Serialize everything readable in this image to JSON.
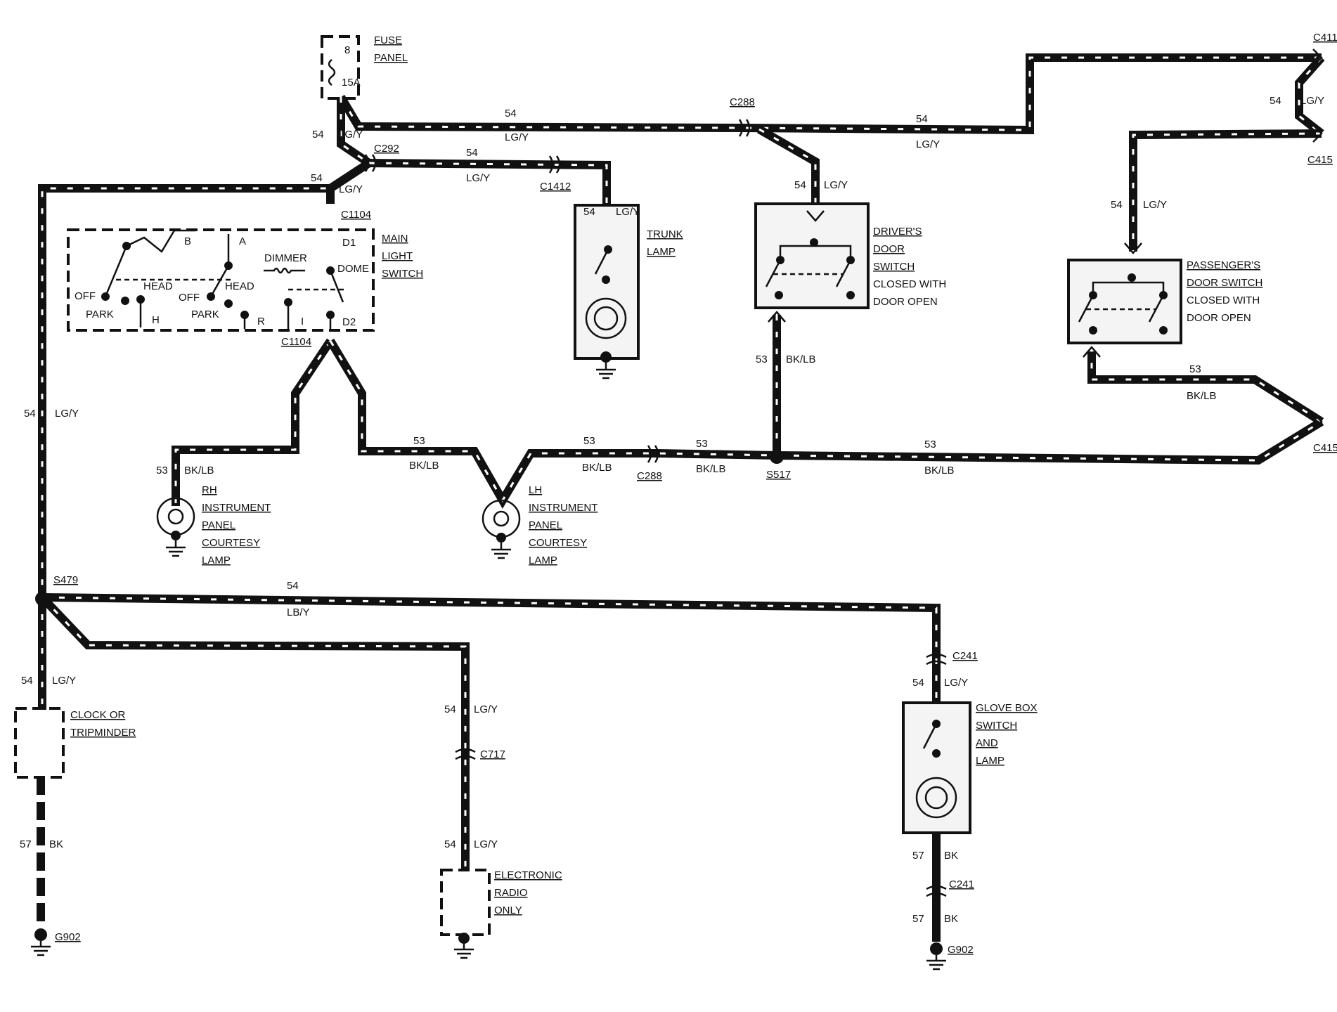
{
  "fuse": {
    "title": "FUSE",
    "subtitle": "PANEL",
    "number": "8",
    "rating": "15A"
  },
  "wire": {
    "w54": "54",
    "w53": "53",
    "w57": "57",
    "lgy": "LG/Y",
    "bklb": "BK/LB",
    "lby": "LB/Y",
    "bk": "BK"
  },
  "connectors": {
    "c411": "C411",
    "c415": "C415",
    "c288": "C288",
    "c292": "C292",
    "c1412": "C1412",
    "c1104": "C1104",
    "c241": "C241",
    "c717": "C717"
  },
  "splices": {
    "s479": "S479",
    "s517": "S517"
  },
  "grounds": {
    "g902": "G902"
  },
  "main_switch": {
    "line1": "MAIN",
    "line2": "LIGHT",
    "line3": "SWITCH",
    "b": "B",
    "a": "A",
    "dimmer": "DIMMER",
    "d1": "D1",
    "d2": "D2",
    "dome": "DOME",
    "head": "HEAD",
    "off": "OFF",
    "park": "PARK",
    "h": "H",
    "r": "R",
    "i": "I"
  },
  "trunk": {
    "line1": "TRUNK",
    "line2": "LAMP"
  },
  "drivers_switch": {
    "line1": "DRIVER'S",
    "line2": "DOOR",
    "line3": "SWITCH",
    "line4": "CLOSED WITH",
    "line5": "DOOR OPEN"
  },
  "passengers_switch": {
    "line1": "PASSENGER'S",
    "line2": "DOOR SWITCH",
    "line3": "CLOSED WITH",
    "line4": "DOOR OPEN"
  },
  "rh_lamp": {
    "line1": "RH",
    "line2": "INSTRUMENT",
    "line3": "PANEL",
    "line4": "COURTESY",
    "line5": "LAMP"
  },
  "lh_lamp": {
    "line1": "LH",
    "line2": "INSTRUMENT",
    "line3": "PANEL",
    "line4": "COURTESY",
    "line5": "LAMP"
  },
  "clock": {
    "line1": "CLOCK OR",
    "line2": "TRIPMINDER"
  },
  "radio": {
    "line1": "ELECTRONIC",
    "line2": "RADIO",
    "line3": "ONLY"
  },
  "glovebox": {
    "line1": "GLOVE BOX",
    "line2": "SWITCH",
    "line3": "AND",
    "line4": "LAMP"
  }
}
